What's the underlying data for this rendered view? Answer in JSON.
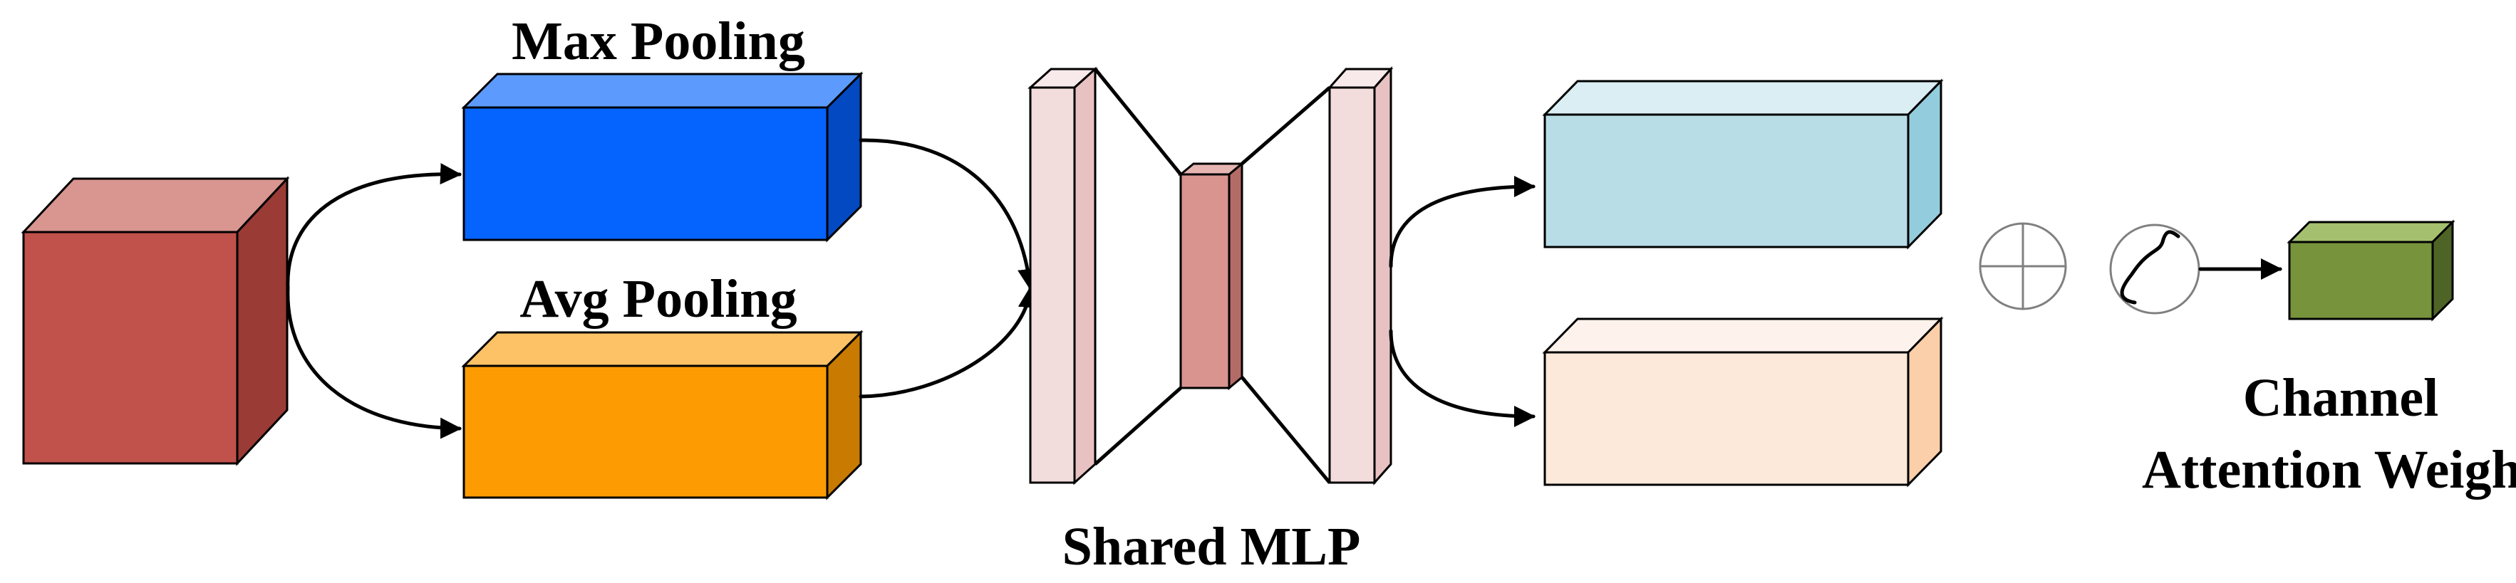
{
  "labels": {
    "max_pooling": "Max Pooling",
    "avg_pooling": "Avg Pooling",
    "shared_mlp": "Shared MLP",
    "channel_line1": "Channel",
    "channel_line2": "Attention Weight"
  },
  "colors": {
    "input_feature": "#c0514b",
    "max_pool": "#0563fe",
    "avg_pool": "#fd9c02",
    "mlp_outer": "#f3dcdc",
    "mlp_inner": "#d9948f",
    "out_max": "#b8dde7",
    "out_avg": "#fde9d9",
    "channel_weight": "#77933c"
  },
  "icons": {
    "sum": "circle-plus-icon",
    "activation": "sigmoid-icon"
  }
}
